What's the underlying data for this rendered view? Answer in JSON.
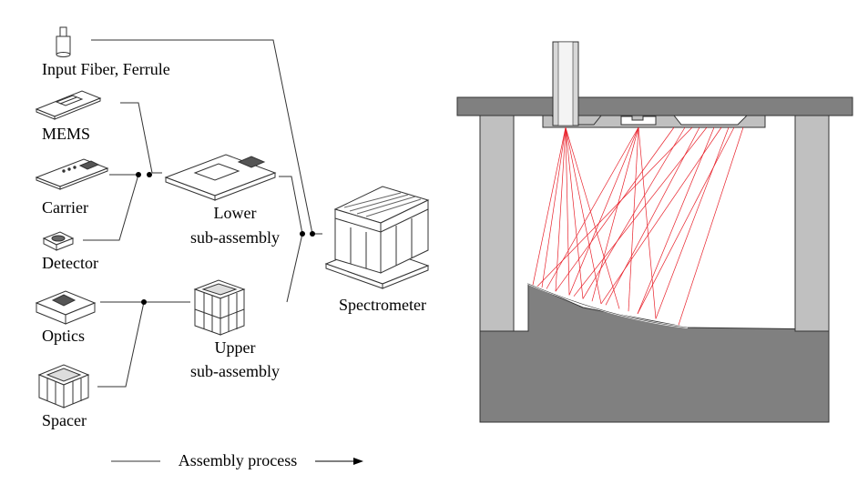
{
  "assembly": {
    "components": {
      "fiber": "Input Fiber, Ferrule",
      "mems": "MEMS",
      "carrier": "Carrier",
      "detector": "Detector",
      "optics": "Optics",
      "spacer": "Spacer"
    },
    "lower_line1": "Lower",
    "lower_line2": "sub-assembly",
    "upper_line1": "Upper",
    "upper_line2": "sub-assembly",
    "spectrometer": "Spectrometer",
    "process": "Assembly process"
  },
  "colors": {
    "line": "#333333",
    "housing": "#808080",
    "pillar": "#c0c0c0",
    "beam": "#e8202a",
    "mirror": "#ffffff"
  }
}
